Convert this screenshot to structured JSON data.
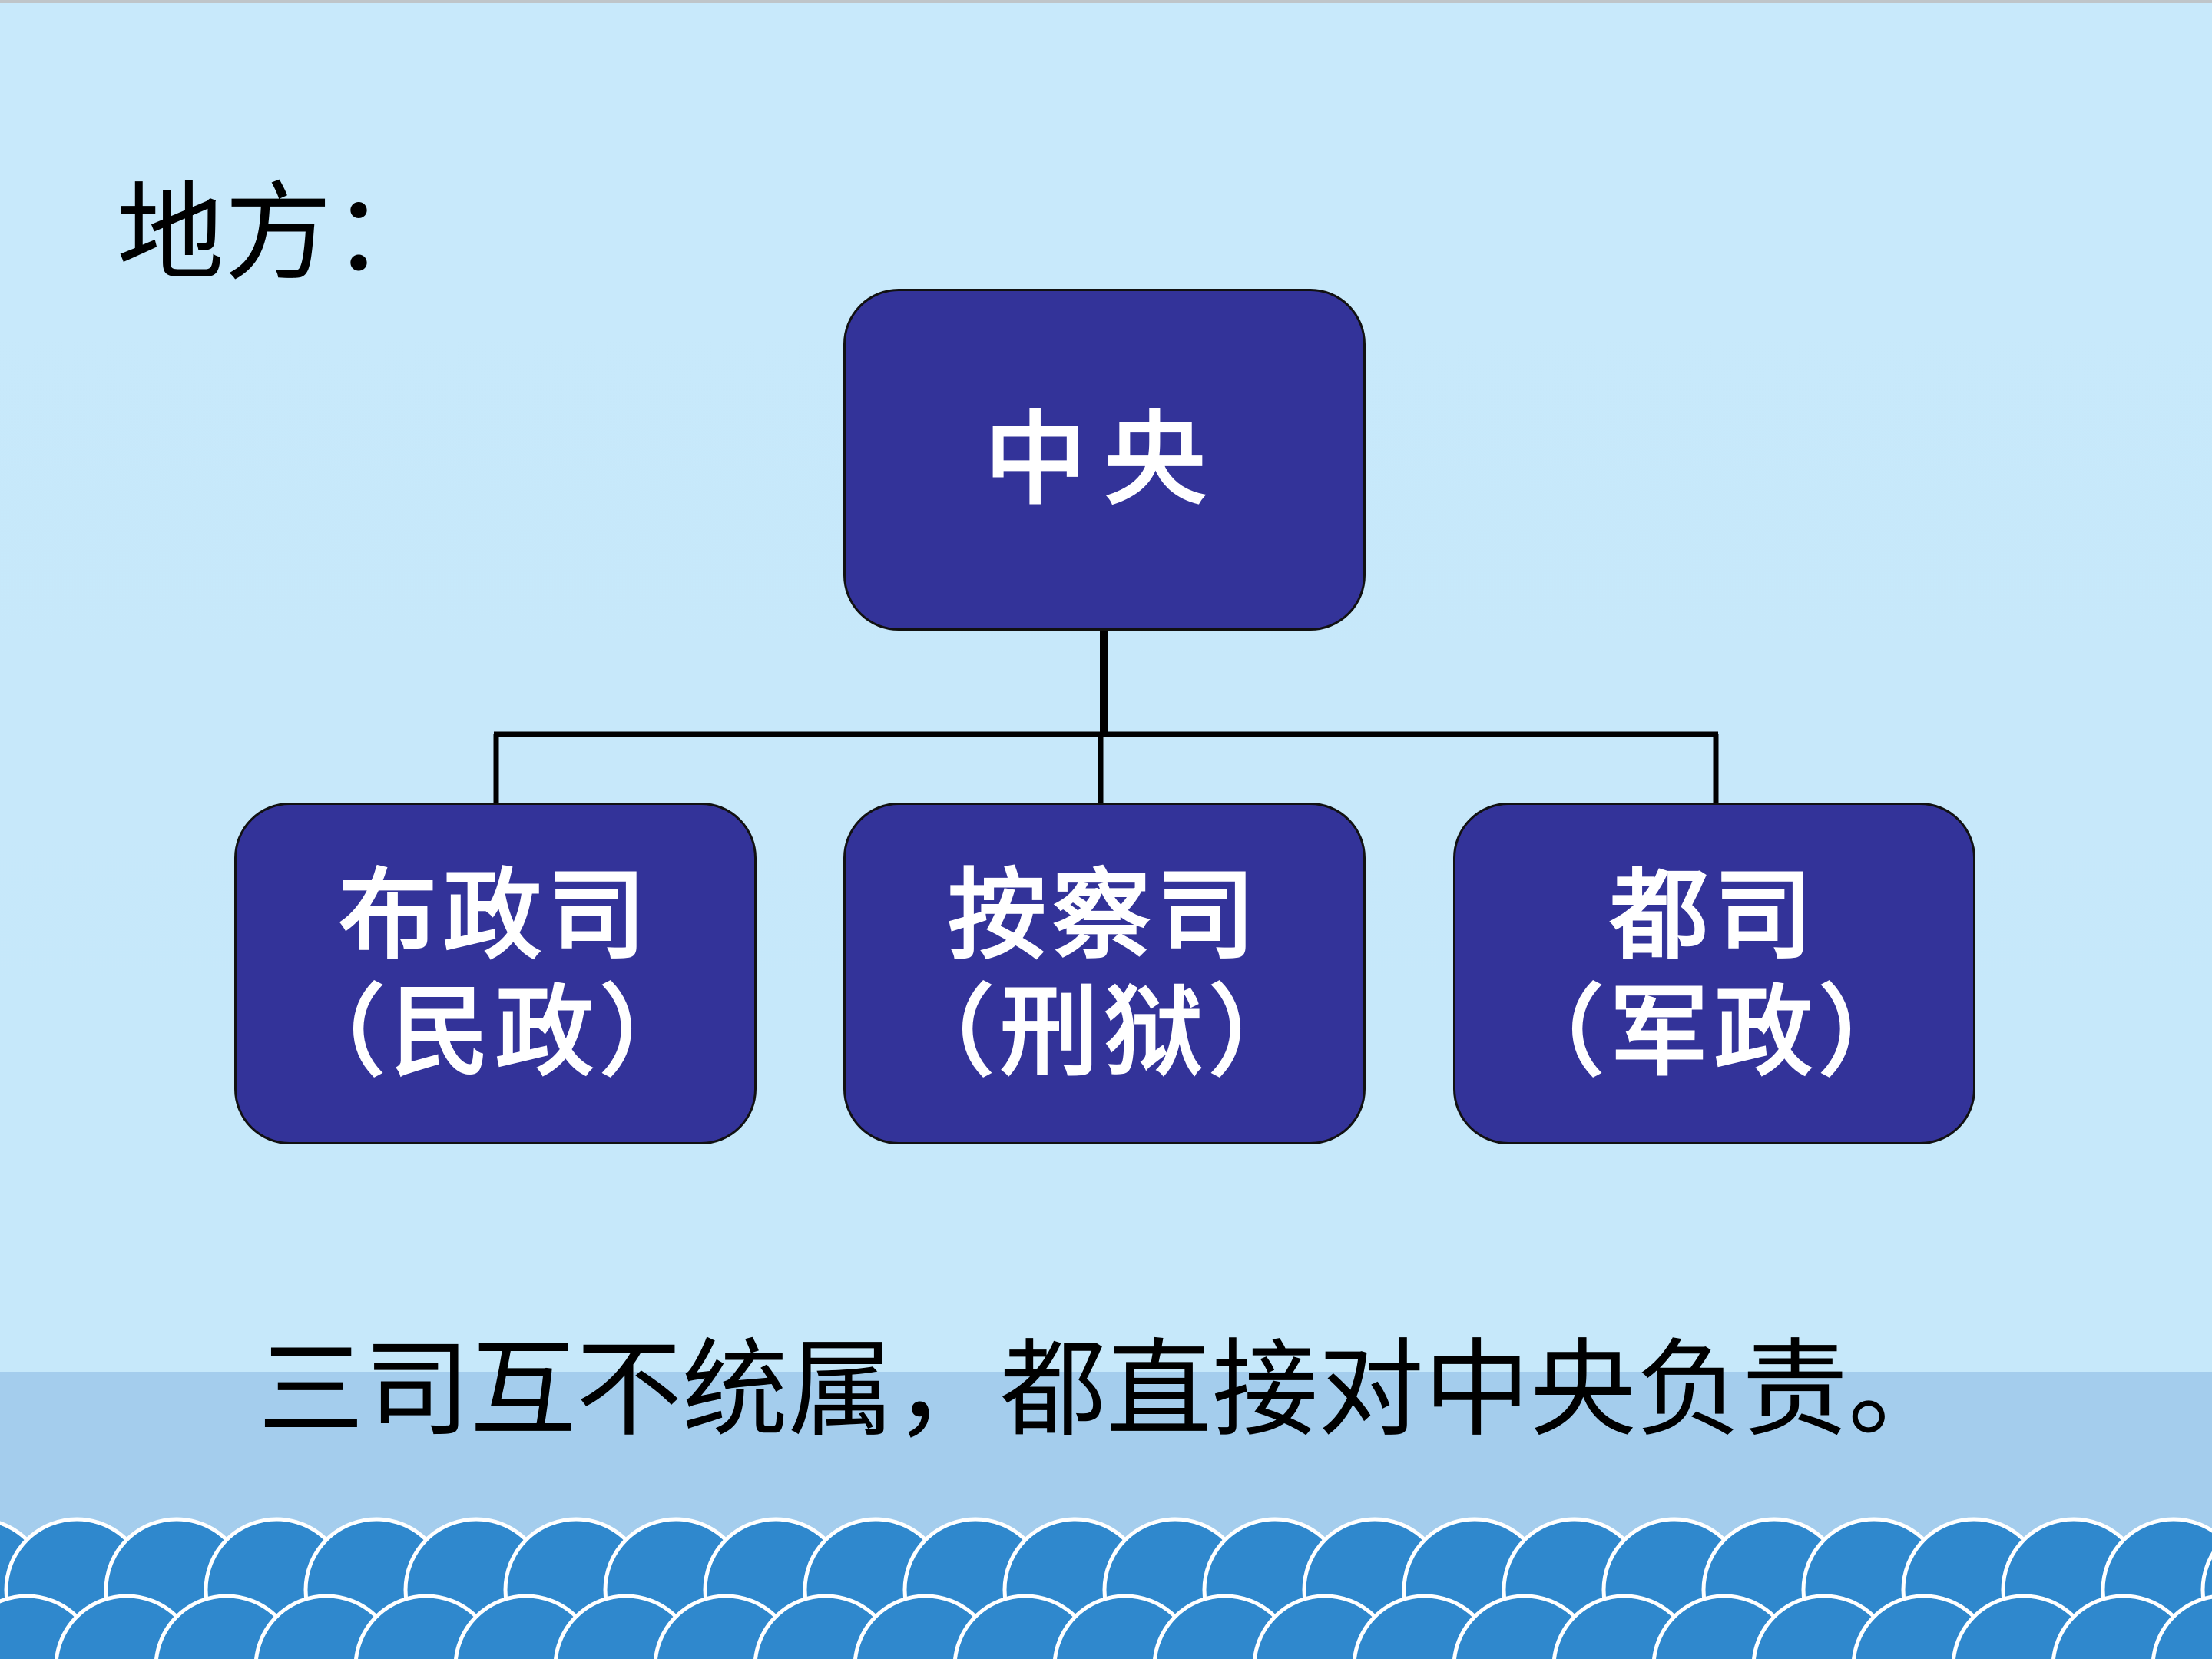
{
  "slide": {
    "heading": "地方：",
    "summary": "三司互不统属，都直接对中央负责。"
  },
  "diagram": {
    "top": {
      "label": "中央"
    },
    "children": [
      {
        "name": "布政司",
        "role": "（民政）"
      },
      {
        "name": "按察司",
        "role": "（刑狱）"
      },
      {
        "name": "都司",
        "role": "（军政）"
      }
    ]
  },
  "colors": {
    "background": "#c8e9fb",
    "node_fill": "#333399",
    "node_text": "#ffffff",
    "band": "#a4cded",
    "wave": "#2f88cd"
  }
}
